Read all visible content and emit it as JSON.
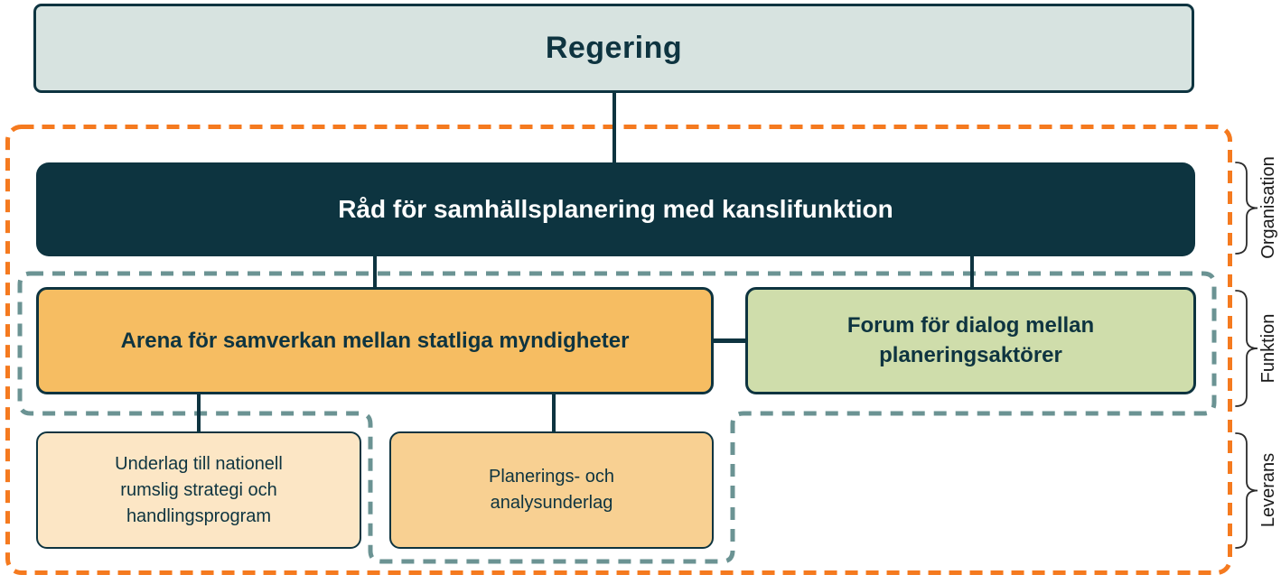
{
  "boxes": {
    "regering": "Regering",
    "rad": "Råd för samhällsplanering med kanslifunktion",
    "arena": "Arena för samverkan mellan statliga myndigheter",
    "forum": "Forum för dialog mellan planeringsaktörer",
    "underlag": "Underlag till nationell rumslig strategi och handlingsprogram",
    "planering": "Planerings- och analysunderlag"
  },
  "side_labels": {
    "organisation": "Organisation",
    "funktion": "Funktion",
    "leverans": "Leverans"
  },
  "colors": {
    "regering-fill": "#d7e3e0",
    "rad-fill": "#0d3440",
    "arena-fill": "#f6bd62",
    "forum-fill": "#cfddab",
    "underlag-fill": "#fce6c5",
    "planering-fill": "#f8d092",
    "border-dark": "#0e3440",
    "text-dark": "#0e3440",
    "dash-orange": "#f57a1f",
    "dash-teal": "#6b9393"
  }
}
